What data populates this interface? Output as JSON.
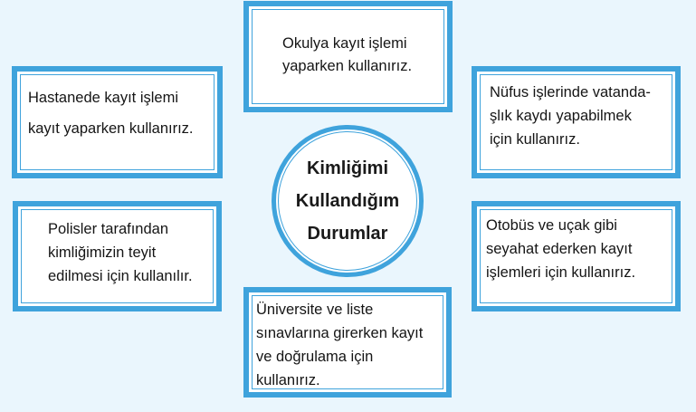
{
  "colors": {
    "background": "#eaf6fd",
    "accent_blue": "#3fa3dc",
    "box_fill": "#ffffff",
    "text": "#151515"
  },
  "center": {
    "lines": [
      "Kimliğimi",
      "Kullandığım",
      "Durumlar"
    ]
  },
  "boxes": {
    "top": {
      "lines": [
        "Okulya kayıt işlemi",
        "yaparken kullanırız."
      ]
    },
    "left_top": {
      "lines": [
        "Hastanede kayıt işlemi",
        "kayıt yaparken kullanırız."
      ]
    },
    "right_top": {
      "lines": [
        "Nüfus işlerinde vatanda-",
        "şlık kaydı yapabilmek",
        "için kullanırız."
      ]
    },
    "left_bottom": {
      "lines": [
        "Polisler tarafından",
        "kimliğimizin teyit",
        "edilmesi için kullanılır."
      ]
    },
    "right_bottom": {
      "lines": [
        "Otobüs ve uçak gibi",
        "seyahat ederken kayıt",
        "işlemleri için kullanırız."
      ]
    },
    "bottom": {
      "lines": [
        "Üniversite ve liste",
        "sınavlarına girerken kayıt",
        "ve doğrulama için",
        "kullanırız."
      ]
    }
  }
}
